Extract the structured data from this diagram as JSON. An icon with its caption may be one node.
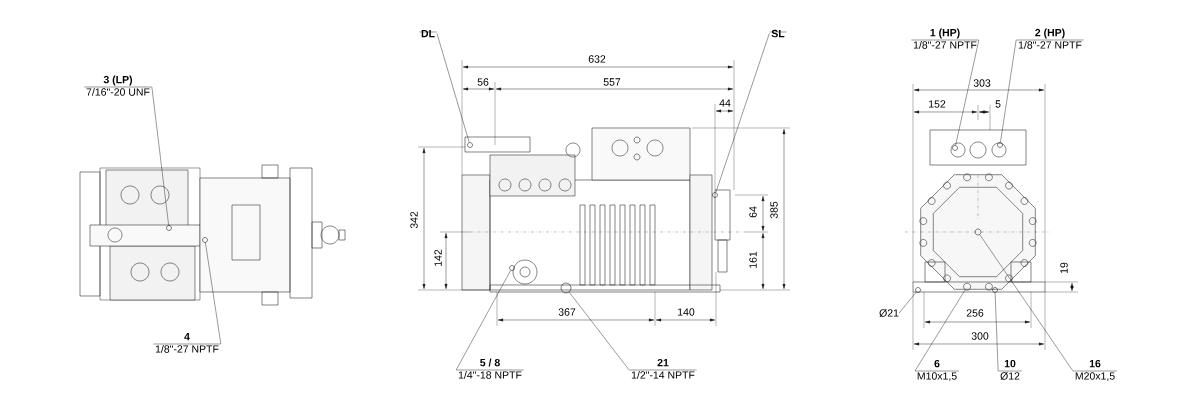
{
  "diagram": {
    "nodes": [
      {
        "text": [
          "3 (LP)",
          "7/16\"-20 UNF"
        ]
      },
      {
        "text": [
          "4",
          "1/8\"-27 NPTF"
        ]
      },
      {
        "text": [
          "DL"
        ]
      },
      {
        "text": [
          "SL"
        ]
      },
      {
        "text": [
          "5 / 8",
          "1/4\"-18 NPTF"
        ]
      },
      {
        "text": [
          "21",
          "1/2\"-14 NPTF"
        ]
      },
      {
        "text": [
          "1 (HP)",
          "1/8\"-27 NPTF"
        ]
      },
      {
        "text": [
          "2 (HP)",
          "1/8\"-27 NPTF"
        ]
      },
      {
        "text": [
          "Ø21"
        ]
      },
      {
        "text": [
          "6",
          "M10x1,5"
        ]
      },
      {
        "text": [
          "10",
          "Ø12"
        ]
      },
      {
        "text": [
          "16",
          "M20x1,5"
        ]
      },
      {
        "text": [],
        "shape": "circle"
      },
      {
        "text": [],
        "shape": "circle"
      },
      {
        "text": [],
        "shape": "circle"
      },
      {
        "text": [],
        "shape": "circle"
      },
      {
        "text": [],
        "shape": "circle"
      },
      {
        "text": [],
        "shape": "circle"
      },
      {
        "text": [],
        "shape": "circle"
      },
      {
        "text": [],
        "shape": "circle"
      },
      {
        "text": [],
        "shape": "circle"
      },
      {
        "text": [],
        "shape": "circle"
      },
      {
        "text": [],
        "shape": "circle"
      },
      {
        "text": [],
        "shape": "circle"
      }
    ],
    "edges": [
      {
        "from": 0,
        "to": 12,
        "arrow": "none"
      },
      {
        "from": 1,
        "to": 13,
        "arrow": "none"
      },
      {
        "from": 2,
        "to": 14,
        "arrow": "none"
      },
      {
        "from": 3,
        "to": 15,
        "arrow": "none"
      },
      {
        "from": 4,
        "to": 16,
        "arrow": "none"
      },
      {
        "from": 5,
        "to": 17,
        "arrow": "none"
      },
      {
        "from": 6,
        "to": 18,
        "arrow": "none"
      },
      {
        "from": 7,
        "to": 19,
        "arrow": "none"
      },
      {
        "from": 8,
        "to": 20,
        "arrow": "none"
      },
      {
        "from": 9,
        "to": 21,
        "arrow": "none"
      },
      {
        "from": 10,
        "to": 22,
        "arrow": "none"
      },
      {
        "from": 11,
        "to": 23,
        "arrow": "none"
      }
    ],
    "labels": [
      "632",
      "56",
      "557",
      "44",
      "342",
      "64",
      "385",
      "142",
      "161",
      "367",
      "140",
      "303",
      "152",
      "5",
      "19",
      "256",
      "300"
    ]
  }
}
